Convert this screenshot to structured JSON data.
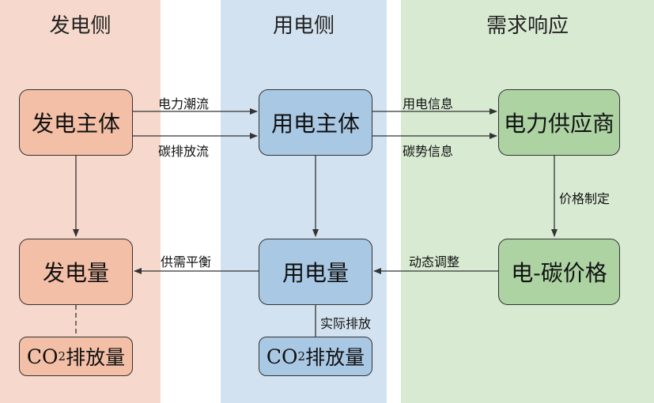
{
  "panels": {
    "generation": "发电侧",
    "consumption": "用电侧",
    "demand_response": "需求响应"
  },
  "nodes": {
    "gen_entity": "发电主体",
    "use_entity": "用电主体",
    "supplier": "电力供应商",
    "gen_amount": "发电量",
    "use_amount": "用电量",
    "price": "电-碳价格",
    "gen_co2": {
      "prefix": "CO",
      "sub": "2",
      "suffix": "排放量"
    },
    "use_co2": {
      "prefix": "CO",
      "sub": "2",
      "suffix": "排放量"
    }
  },
  "edge_labels": {
    "power_flow": "电力潮流",
    "carbon_flow": "碳排放流",
    "usage_info": "用电信息",
    "carbon_info": "碳势信息",
    "pricing": "价格制定",
    "dynamic_adjust": "动态调整",
    "balance": "供需平衡",
    "actual_emission": "实际排放"
  }
}
